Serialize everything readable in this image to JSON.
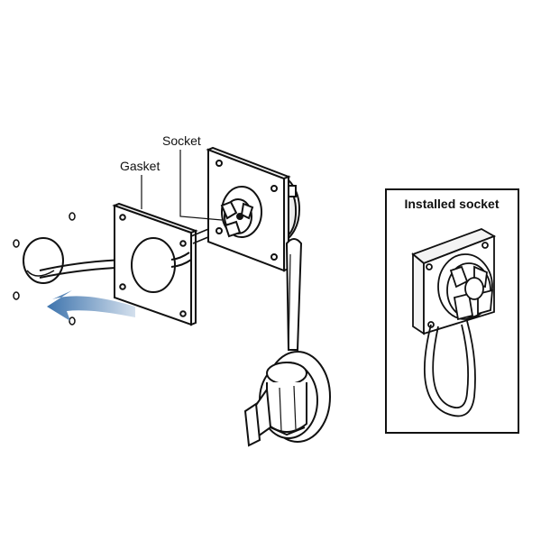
{
  "labels": {
    "socket": "Socket",
    "gasket": "Gasket",
    "inset_title": "Installed socket"
  },
  "colors": {
    "line": "#111111",
    "arrow": "#4a7fb5",
    "arrow_light": "#cfdcea",
    "background": "#ffffff"
  }
}
